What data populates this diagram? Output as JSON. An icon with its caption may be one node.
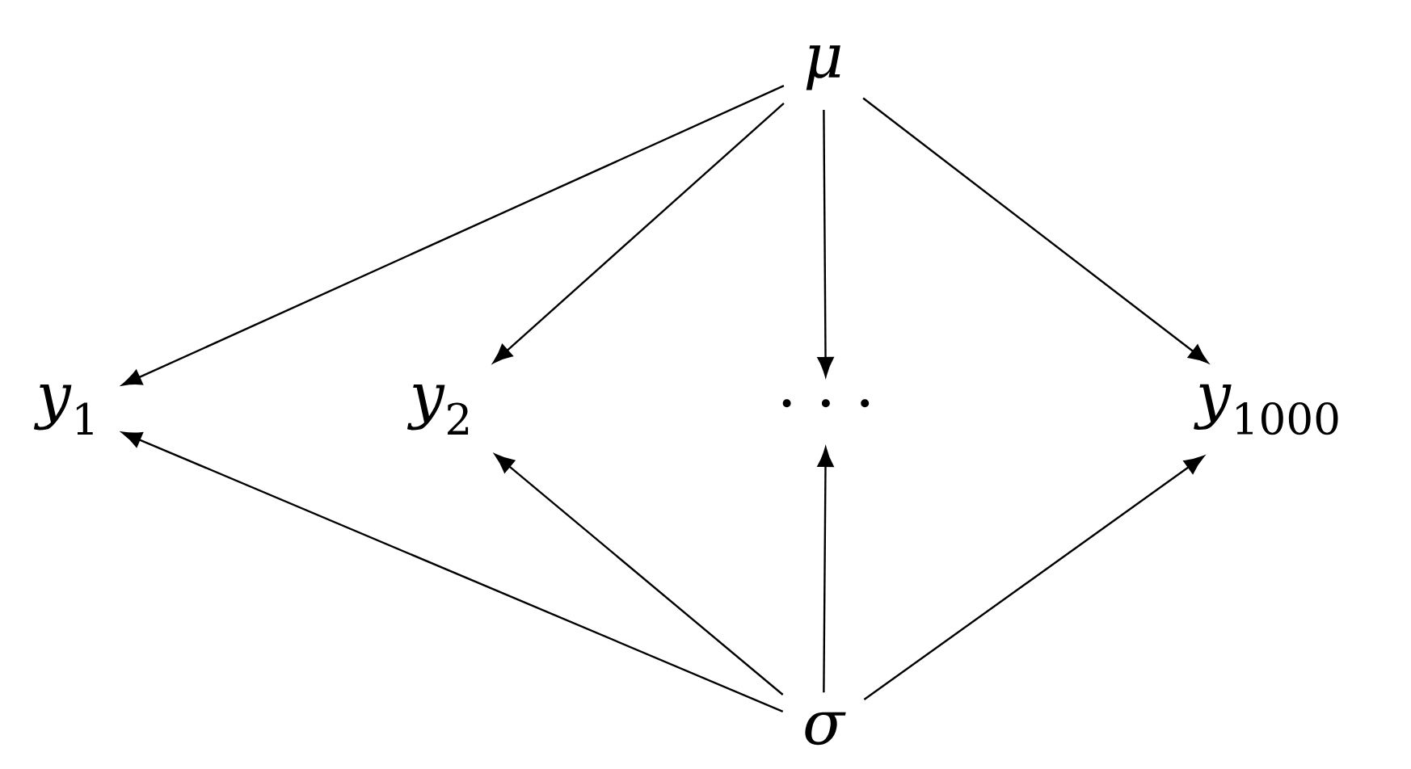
{
  "diagram": {
    "nodes": [
      {
        "text": [
          "μ"
        ]
      },
      {
        "text": [
          "*y*$_{1}$"
        ]
      },
      {
        "text": [
          "*y*$_{2}$"
        ]
      },
      {
        "text": [
          "· · ·"
        ]
      },
      {
        "text": [
          "*y*$_{1000}$"
        ]
      },
      {
        "text": [
          "σ"
        ]
      }
    ],
    "edges": [
      {
        "from": 0,
        "to": 1,
        "arrow": "to"
      },
      {
        "from": 0,
        "to": 2,
        "arrow": "to"
      },
      {
        "from": 0,
        "to": 3,
        "arrow": "to"
      },
      {
        "from": 0,
        "to": 4,
        "arrow": "to"
      },
      {
        "from": 5,
        "to": 1,
        "arrow": "to"
      },
      {
        "from": 5,
        "to": 2,
        "arrow": "to"
      },
      {
        "from": 5,
        "to": 3,
        "arrow": "to"
      },
      {
        "from": 5,
        "to": 4,
        "arrow": "to"
      }
    ]
  }
}
